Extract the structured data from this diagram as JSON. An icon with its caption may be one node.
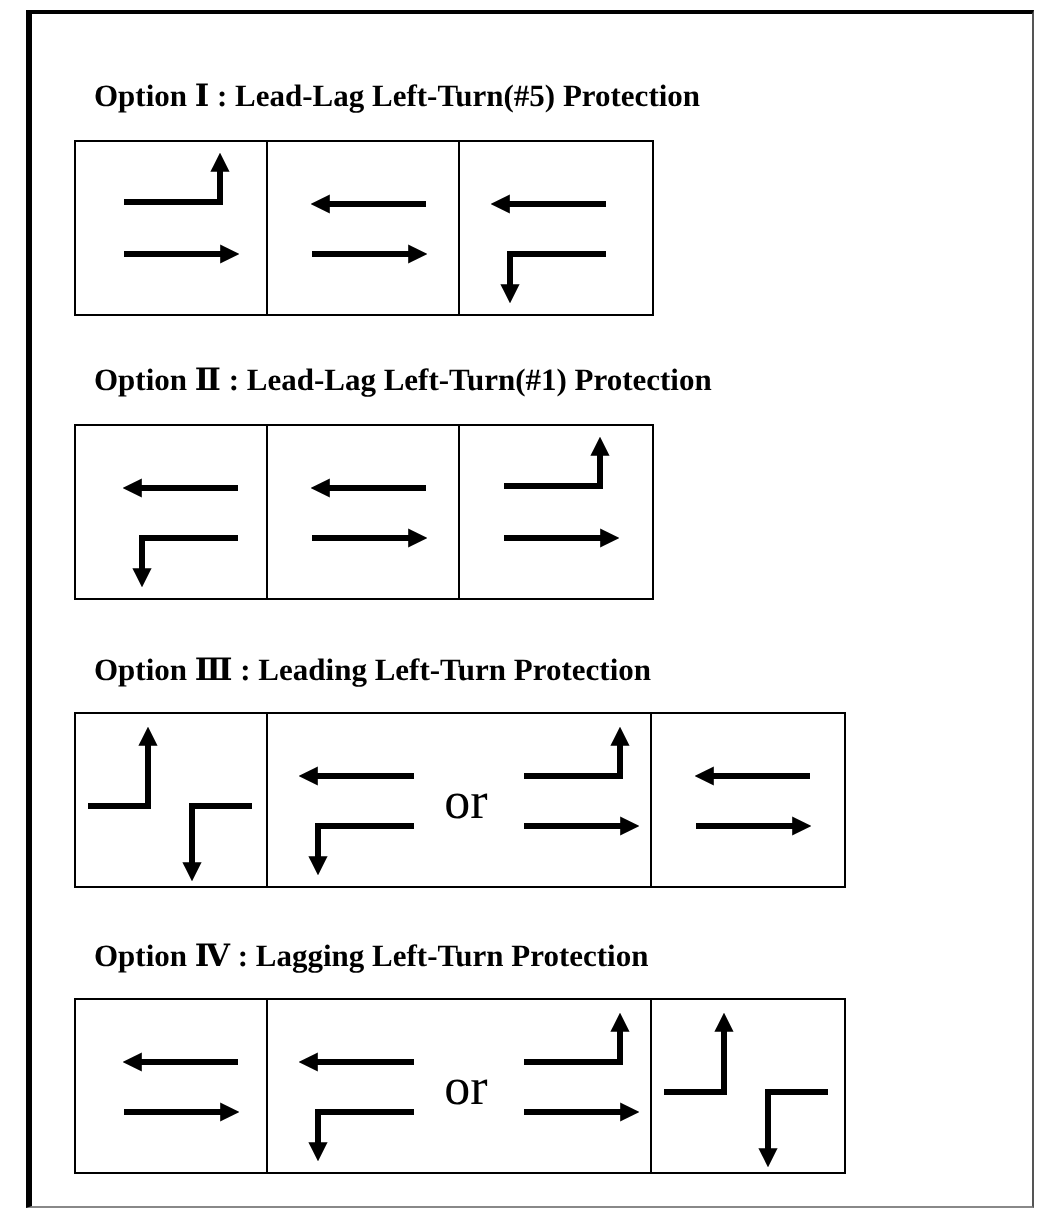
{
  "diagram": {
    "nodes": [
      {
        "text": [],
        "shape": "box"
      },
      {
        "text": [],
        "shape": "box"
      },
      {
        "text": [],
        "shape": "box"
      },
      {
        "text": [],
        "shape": "box"
      },
      {
        "text": [],
        "shape": "box"
      },
      {
        "text": [],
        "shape": "box"
      },
      {
        "text": [],
        "shape": "box"
      },
      {
        "text": [
          "or"
        ]
      },
      {
        "text": [],
        "shape": "box"
      },
      {
        "text": [],
        "shape": "box"
      },
      {
        "text": [
          "or"
        ]
      },
      {
        "text": [],
        "shape": "box"
      }
    ],
    "labels": [
      "Option Ⅰ : Lead-Lag Left-Turn(#5) Protection",
      "Option Ⅱ : Lead-Lag Left-Turn(#1) Protection",
      "Option Ⅲ : Leading Left-Turn Protection",
      "Option Ⅳ : Lagging Left-Turn Protection"
    ]
  }
}
